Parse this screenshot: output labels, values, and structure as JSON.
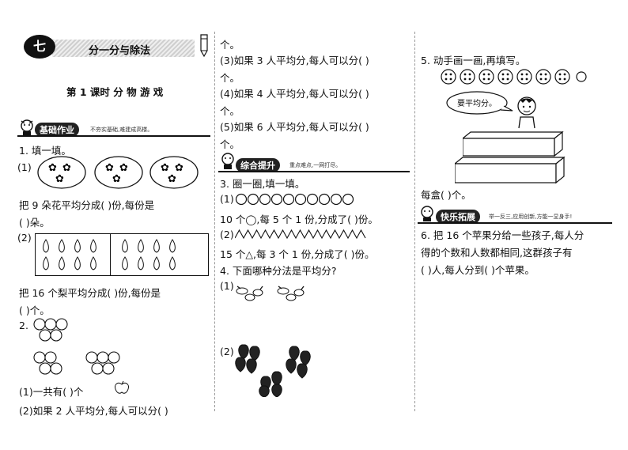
{
  "header": {
    "unit_badge": "七",
    "unit_title": "分一分与除法",
    "lesson_title": "第 1 课时   分 物 游 戏"
  },
  "sections": {
    "basic": {
      "tag": "基础作业",
      "note": "不夯实基础,难建成高楼。"
    },
    "comprehensive": {
      "tag": "综合提升",
      "note": "重点难点,一网打尽。"
    },
    "happy": {
      "tag": "快乐拓展",
      "note": "举一反三,应用创新,方能一显身手!"
    }
  },
  "col1": {
    "q1_title": "1. 填一填。",
    "q1_1_label": "(1)",
    "q1_1_text_a": "把 9 朵花平均分成(     )份,每份是",
    "q1_1_text_b": "(     )朵。",
    "q1_2_label": "(2)",
    "q1_2_text_a": "把 16 个梨平均分成(     )份,每份是",
    "q1_2_text_b": "(     )个。",
    "q2_label": "2.",
    "q2_1": "(1)一共有(     )个",
    "q2_2": "(2)如果 2 人平均分,每人可以分(     )"
  },
  "col2": {
    "l1": "个。",
    "l2": "(3)如果 3 人平均分,每人可以分(     )",
    "l3": "个。",
    "l4": "(4)如果 4 人平均分,每人可以分(     )",
    "l5": "个。",
    "l6": "(5)如果 6 人平均分,每人可以分(     )",
    "l7": "个。",
    "q3_title": "3. 圈一圈,填一填。",
    "q3_1_label": "(1)",
    "q3_1_text": "10 个◯,每 5 个 1 份,分成了(     )份。",
    "q3_2_label": "(2)",
    "q3_2_text": "15 个△,每 3 个 1 份,分成了(     )份。",
    "q4_title": "4. 下面哪种分法是平均分?",
    "q4_1": "(1)",
    "q4_2": "(2)"
  },
  "col3": {
    "q5_title": "5. 动手画一画,再填写。",
    "bubble": "要平均分。",
    "q5_fill": "每盒(     )个。",
    "q6_a": "6. 把 16 个苹果分给一些孩子,每人分",
    "q6_b": "得的个数和人数都相同,这群孩子有",
    "q6_c": "(     )人,每人分到(     )个苹果。"
  }
}
